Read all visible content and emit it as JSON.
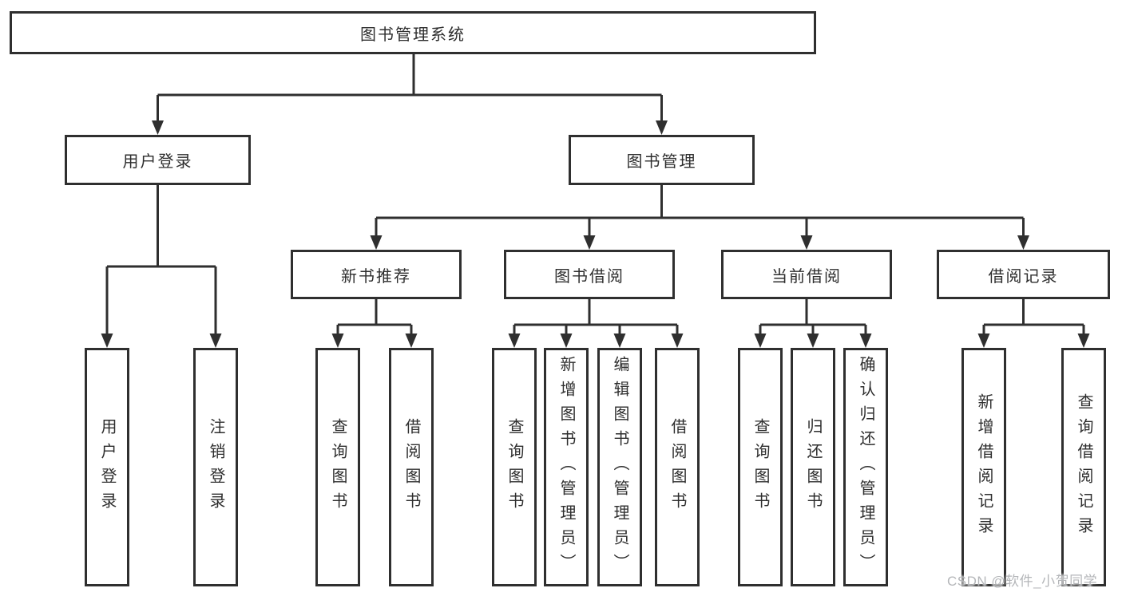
{
  "tree": {
    "label": "图书管理系统",
    "children": [
      {
        "label": "用户登录",
        "children": [
          {
            "label": "用户登录"
          },
          {
            "label": "注销登录"
          }
        ]
      },
      {
        "label": "图书管理",
        "children": [
          {
            "label": "新书推荐",
            "children": [
              {
                "label": "查询图书"
              },
              {
                "label": "借阅图书"
              }
            ]
          },
          {
            "label": "图书借阅",
            "children": [
              {
                "label": "查询图书"
              },
              {
                "label": "新增图书（管理员）"
              },
              {
                "label": "编辑图书（管理员）"
              },
              {
                "label": "借阅图书"
              }
            ]
          },
          {
            "label": "当前借阅",
            "children": [
              {
                "label": "查询图书"
              },
              {
                "label": "归还图书"
              },
              {
                "label": "确认归还（管理员）"
              }
            ]
          },
          {
            "label": "借阅记录",
            "children": [
              {
                "label": "新增借阅记录"
              },
              {
                "label": "查询借阅记录"
              }
            ]
          }
        ]
      }
    ]
  },
  "watermark": {
    "text": "CSDN @软件_小贺同学",
    "color": "#b4b6b9"
  },
  "colors": {
    "line": "#2f2f2f",
    "box_border": "#2f2f2f",
    "text": "#2e2e2e",
    "background": "#ffffff"
  }
}
